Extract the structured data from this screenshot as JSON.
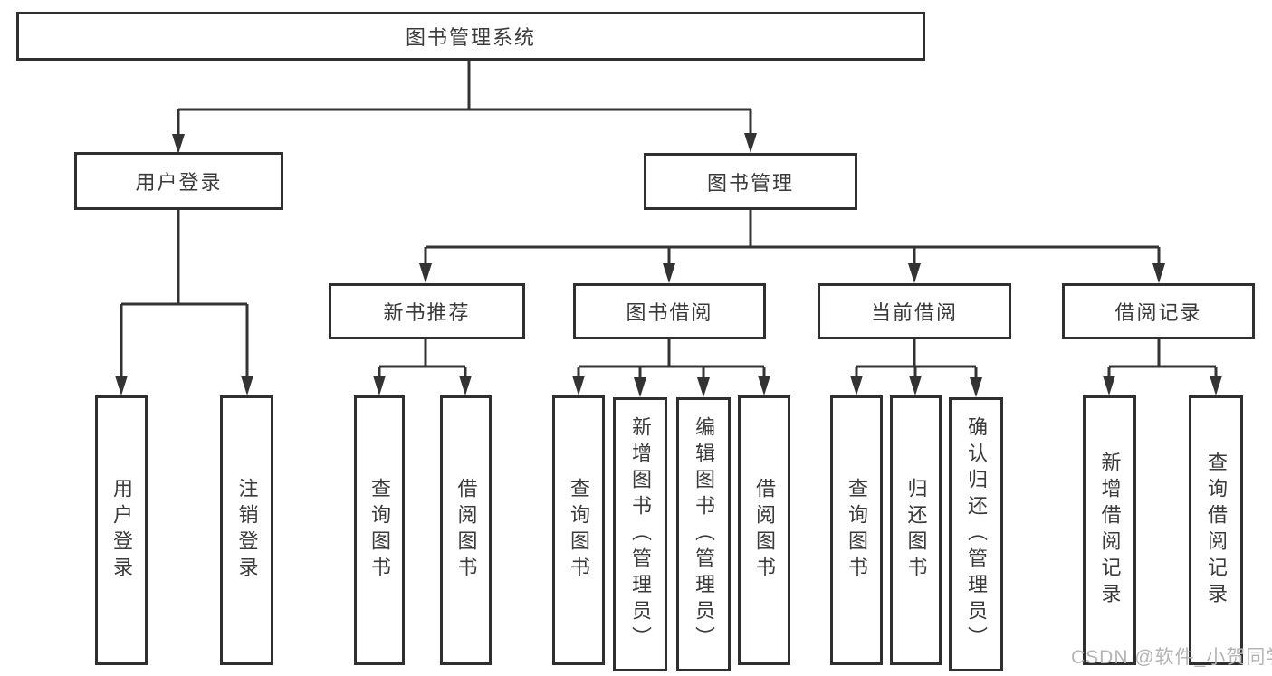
{
  "palette": {
    "line_color": "#333333",
    "box_border": "#2f2f2f",
    "text_color": "#3a3a3a",
    "watermark_color": "#b5b5b5",
    "background": "#ffffff"
  },
  "tree": {
    "root": "图书管理系统",
    "user_login": {
      "label": "用户登录",
      "children": [
        "用户登录",
        "注销登录"
      ]
    },
    "book_mgmt": {
      "label": "图书管理",
      "groups": {
        "new_books": {
          "label": "新书推荐",
          "children": [
            "查询图书",
            "借阅图书"
          ]
        },
        "borrowing": {
          "label": "图书借阅",
          "children": [
            "查询图书",
            "新增图书（管理员）",
            "编辑图书（管理员）",
            "借阅图书"
          ]
        },
        "current": {
          "label": "当前借阅",
          "children": [
            "查询图书",
            "归还图书",
            "确认归还（管理员）"
          ]
        },
        "records": {
          "label": "借阅记录",
          "children": [
            "新增借阅记录",
            "查询借阅记录"
          ]
        }
      }
    }
  },
  "watermark": {
    "text": "CSDN @软件_小贺同学"
  }
}
